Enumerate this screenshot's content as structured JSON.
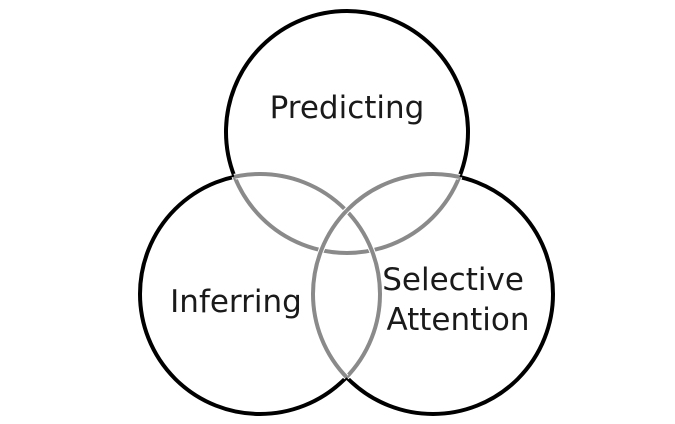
{
  "diagram": {
    "type": "venn",
    "sets": [
      {
        "id": "predicting",
        "lines": [
          "Predicting"
        ]
      },
      {
        "id": "inferring",
        "lines": [
          "Inferring"
        ]
      },
      {
        "id": "selective-attention",
        "lines": [
          "Selective",
          "Attention"
        ]
      }
    ],
    "colors": {
      "outline": "#000000",
      "overlap_outline": "#8a8a8a",
      "overlap_outline_light": "#c8c8c8",
      "text": "#1a1a1a",
      "background": "#ffffff"
    }
  }
}
